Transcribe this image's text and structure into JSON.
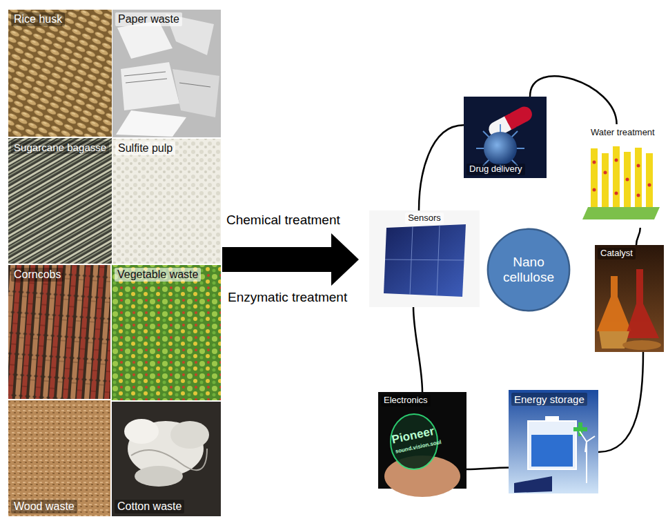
{
  "diagram": {
    "nodes": [
      {
        "text": [
          "Rice husk"
        ]
      },
      {
        "text": [
          "Paper waste"
        ]
      },
      {
        "text": [
          "Sugarcane bagasse"
        ]
      },
      {
        "text": [
          "Sulfite pulp"
        ]
      },
      {
        "text": [
          "Corncobs"
        ]
      },
      {
        "text": [
          "Vegetable waste"
        ]
      },
      {
        "text": [
          "Wood waste"
        ]
      },
      {
        "text": [
          "Cotton waste"
        ]
      },
      {
        "text": [
          "Drug delivery"
        ]
      },
      {
        "text": [
          "Water treatment"
        ]
      },
      {
        "text": [
          "Sensors"
        ]
      },
      {
        "text": [
          "Nano cellulose"
        ]
      },
      {
        "text": [
          "Catalyst"
        ]
      },
      {
        "text": [
          "Electronics"
        ]
      },
      {
        "text": [
          "Energy storage"
        ]
      }
    ],
    "edges": [
      {
        "from": 8,
        "to": 9,
        "arrow": "none"
      },
      {
        "from": 9,
        "to": 12,
        "arrow": "none"
      },
      {
        "from": 12,
        "to": 14,
        "arrow": "none"
      },
      {
        "from": 14,
        "to": 13,
        "arrow": "none"
      },
      {
        "from": 13,
        "to": 10,
        "arrow": "none"
      },
      {
        "from": 10,
        "to": 8,
        "arrow": "none"
      }
    ],
    "labels": [
      "Chemical treatment",
      "Enzymatic treatment",
      "Pioneer",
      "sound.vision.soul"
    ]
  }
}
